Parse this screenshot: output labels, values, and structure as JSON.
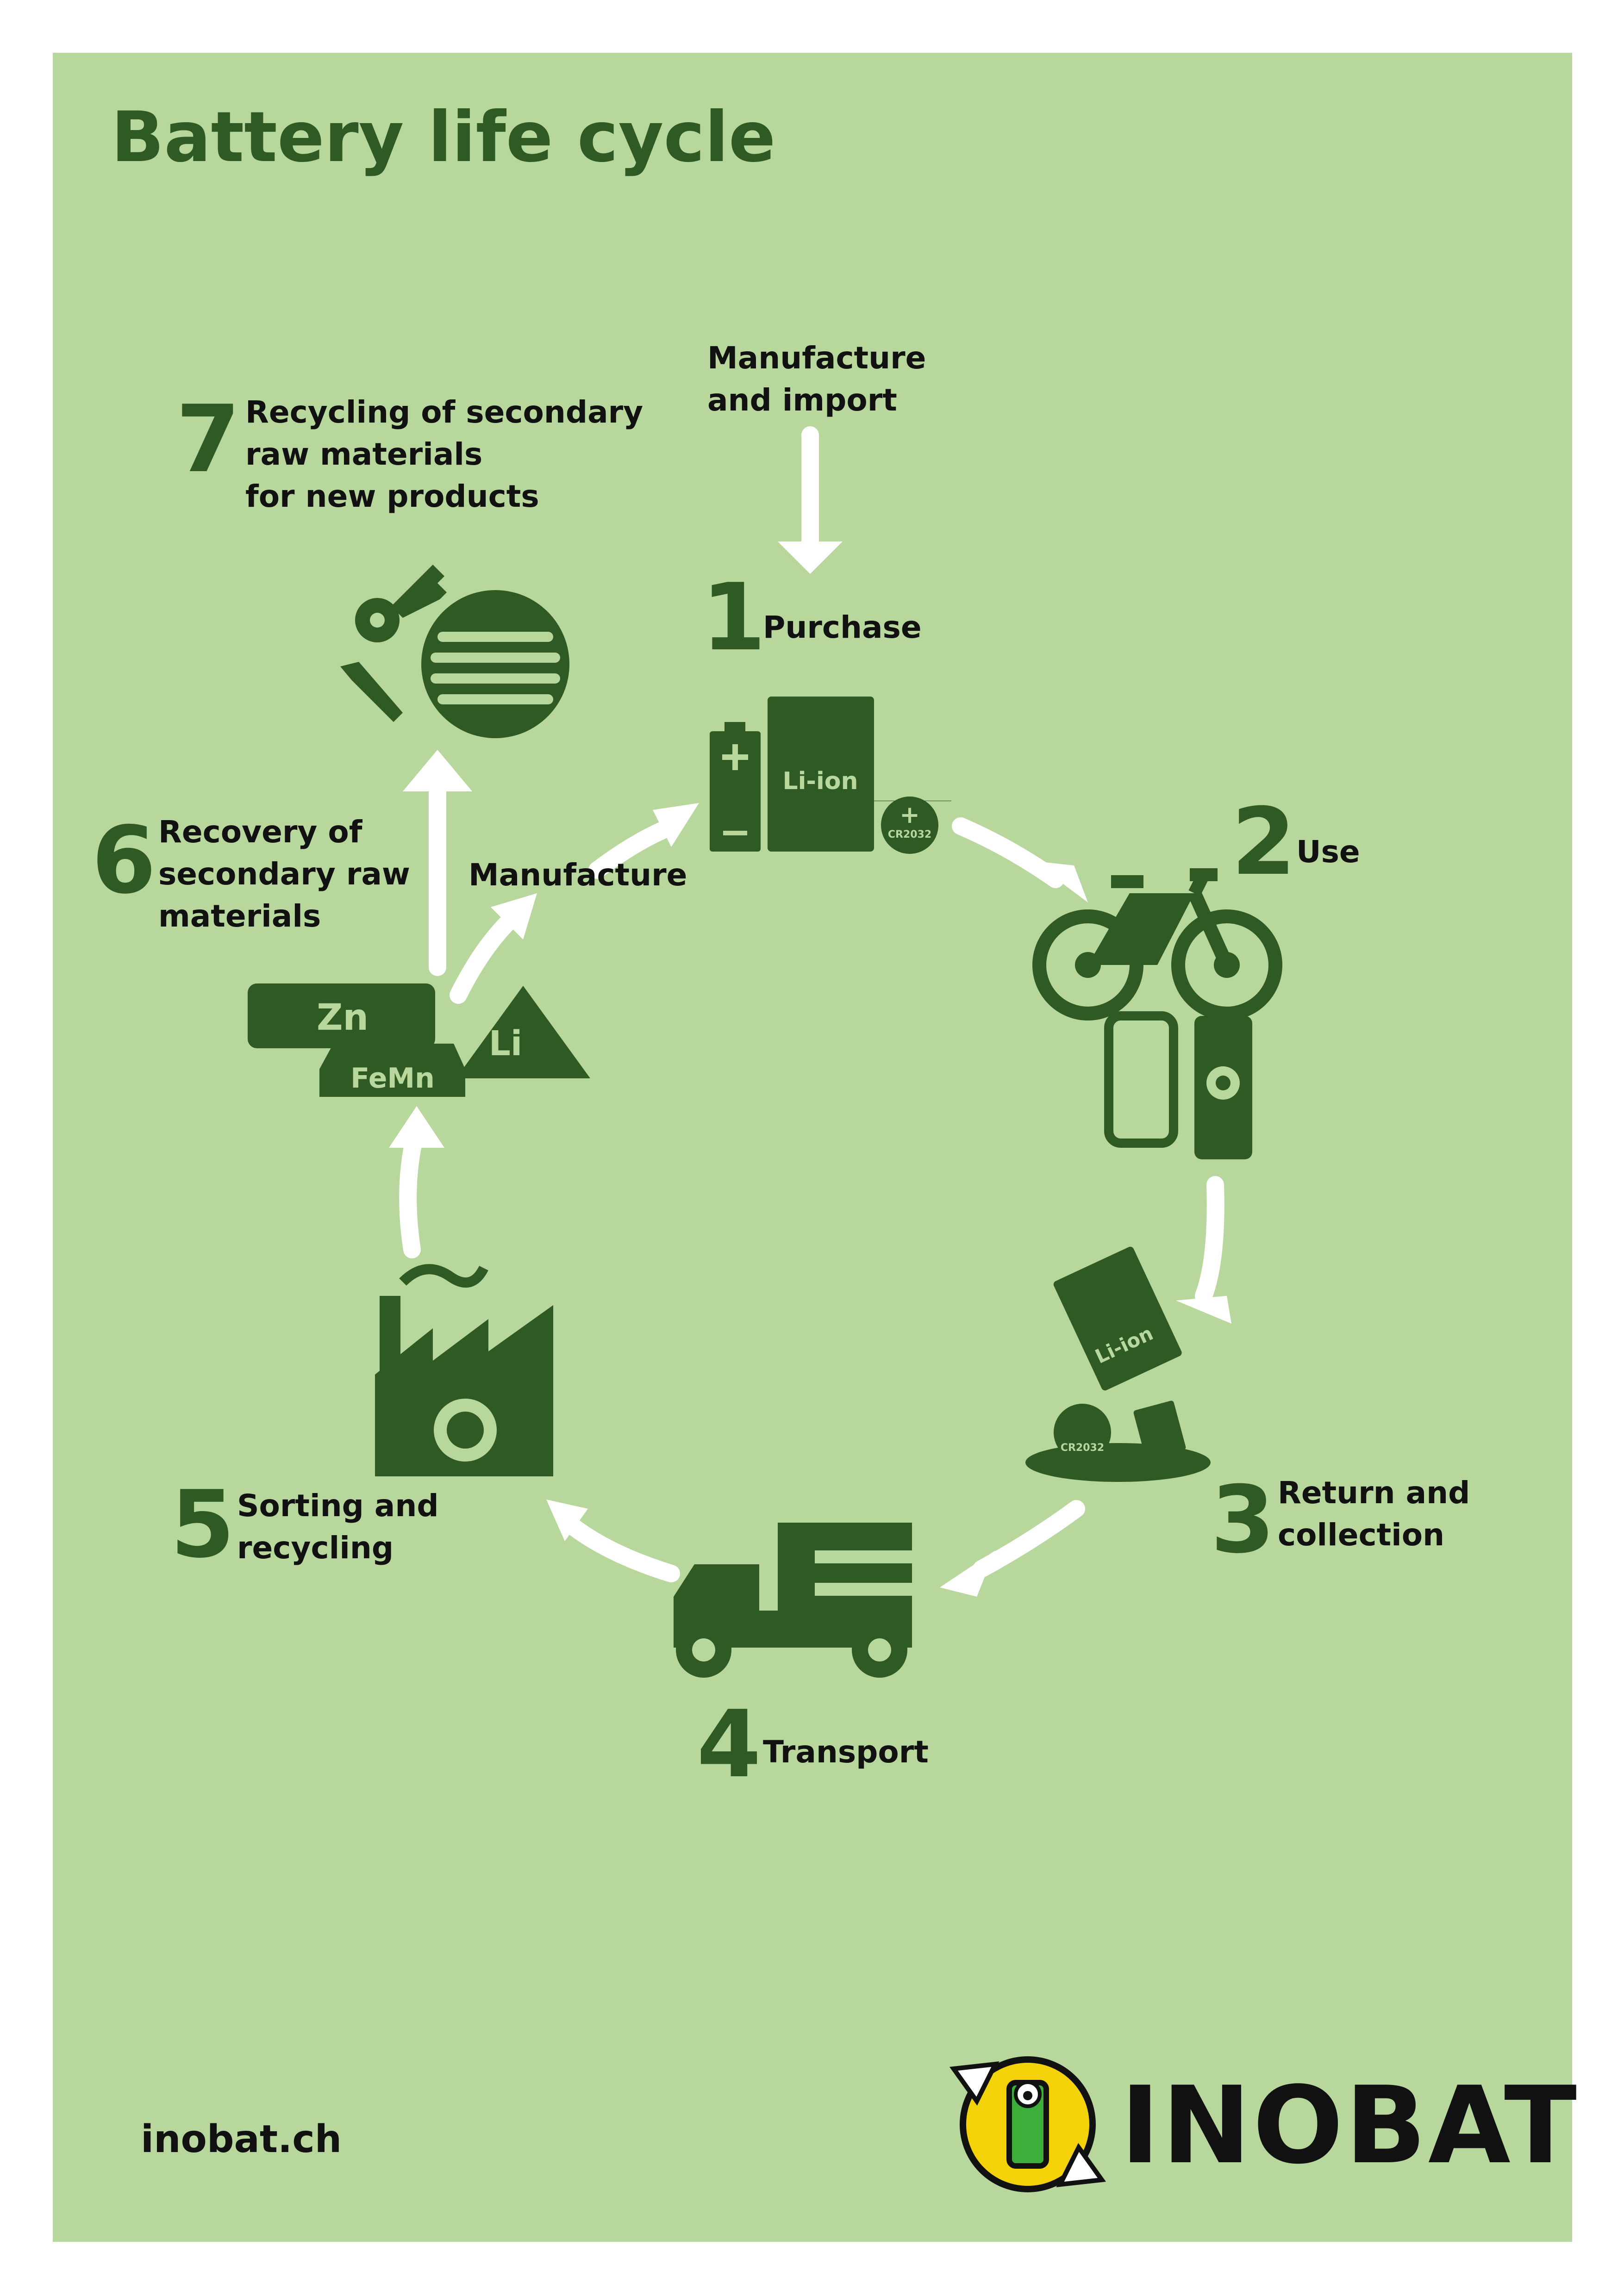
{
  "title": "Battery life cycle",
  "inflow_label": "Manufacture\nand import",
  "manufacture_label": "Manufacture",
  "steps": [
    {
      "number": "1",
      "label": "Purchase"
    },
    {
      "number": "2",
      "label": "Use"
    },
    {
      "number": "3",
      "label": "Return and\ncollection"
    },
    {
      "number": "4",
      "label": "Transport"
    },
    {
      "number": "5",
      "label": "Sorting and\nrecycling"
    },
    {
      "number": "6",
      "label": "Recovery of\nsecondary raw\nmaterials"
    },
    {
      "number": "7",
      "label": "Recycling of secondary\nraw materials\nfor new products"
    }
  ],
  "battery_labels": {
    "liion": "Li-ion",
    "coin": "CR2032"
  },
  "materials": {
    "zn": "Zn",
    "femn": "FeMn",
    "li": "Li"
  },
  "footer": {
    "website": "inobat.ch",
    "brand": "INOBAT"
  },
  "colors": {
    "background": "#b8d79c",
    "icon": "#2f5a24",
    "arrow": "#ffffff",
    "logo_yellow": "#f4d20a",
    "logo_green": "#3cae3a"
  }
}
